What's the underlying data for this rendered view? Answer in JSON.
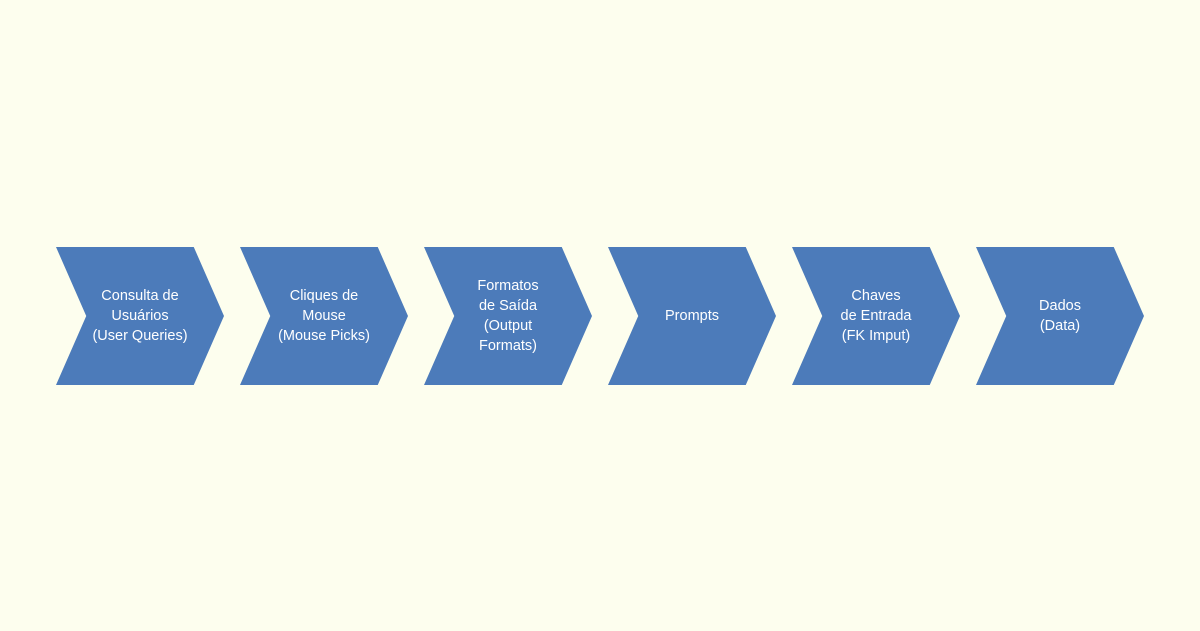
{
  "diagram": {
    "fill_color": "#4C7BBA",
    "text_color": "#FFFFFF",
    "background_color": "#FDFEEE",
    "steps": [
      {
        "label": "Consulta de\nUsuários\n(User Queries)"
      },
      {
        "label": "Cliques de\nMouse\n(Mouse Picks)"
      },
      {
        "label": "Formatos\nde Saída\n(Output\nFormats)"
      },
      {
        "label": "Prompts"
      },
      {
        "label": "Chaves\nde Entrada\n(FK Imput)"
      },
      {
        "label": "Dados\n(Data)"
      }
    ]
  }
}
